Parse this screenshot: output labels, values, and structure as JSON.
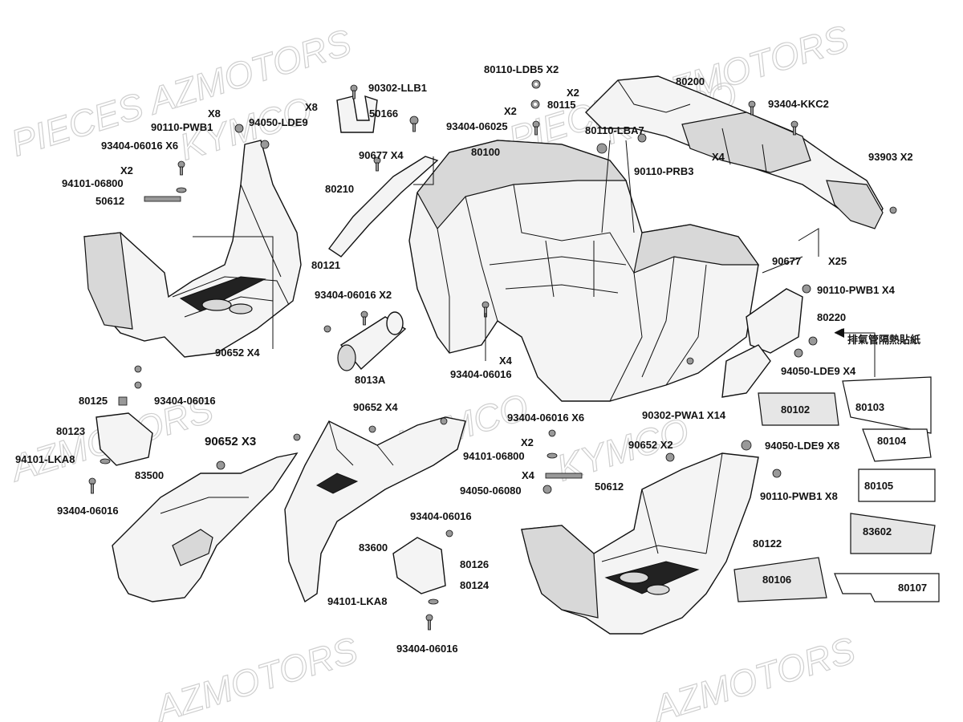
{
  "watermarks": [
    "PIECES AZMOTORS",
    "PIECES AZMOTORS",
    "KYMCO",
    "AZMOTORS",
    "KYMCO",
    "AZMOTORS",
    "AZMOTORS",
    "KYMCO",
    "KYMCO"
  ],
  "labels": {
    "l_90302_llb1": "90302-LLB1",
    "l_80110_ldb5": "80110-LDB5  X2",
    "l_x2_a": "X2",
    "l_80115": "80115",
    "l_x2_b": "X2",
    "l_93404_06025": "93404-06025",
    "l_80200": "80200",
    "l_93404_kkc2": "93404-KKC2",
    "l_x8_a": "X8",
    "l_x8_b": "X8",
    "l_90110_pwb1_a": "90110-PWB1",
    "l_94050_lde9_a": "94050-LDE9",
    "l_50166": "50166",
    "l_80110_lba7": "80110-LBA7",
    "l_93404_06016_x6_a": "93404-06016 X6",
    "l_x4_a": "X4",
    "l_90110_prb3": "90110-PRB3",
    "l_93903": "93903  X2",
    "l_x2_c": "X2",
    "l_94101_06800_a": "94101-06800",
    "l_90677_x4": "90677  X4",
    "l_80100": "80100",
    "l_80210": "80210",
    "l_50612_a": "50612",
    "l_90677": "90677",
    "l_x25": "X25",
    "l_80121": "80121",
    "l_90110_pwb1_x4": "90110-PWB1  X4",
    "l_93404_06016_x2": "93404-06016 X2",
    "l_80220": "80220",
    "l_chinese": "排氣管隔熱貼紙",
    "l_90652_x4_a": "90652  X4",
    "l_x4_b": "X4",
    "l_93404_06016_a": "93404-06016",
    "l_94050_lde9_x4": "94050-LDE9  X4",
    "l_8013a": "8013A",
    "l_80125": "80125",
    "l_93404_06016_b": "93404-06016",
    "l_90302_pwa1": "90302-PWA1 X14",
    "l_80102": "80102",
    "l_80103": "80103",
    "l_80123": "80123",
    "l_90652_x4_b": "90652  X4",
    "l_93404_06016_x6_b": "93404-06016 X6",
    "l_80104": "80104",
    "l_90652_x3": "90652  X3",
    "l_x2_d": "X2",
    "l_90652_x2": "90652  X2",
    "l_94050_lde9_x8": "94050-LDE9 X8",
    "l_94101_lka8_a": "94101-LKA8",
    "l_83500": "83500",
    "l_94101_06800_b": "94101-06800",
    "l_x4_c": "X4",
    "l_80105": "80105",
    "l_50612_b": "50612",
    "l_90110_pwb1_x8": "90110-PWB1 X8",
    "l_94050_06080": "94050-06080",
    "l_93404_06016_c": "93404-06016",
    "l_93404_06016_d": "93404-06016",
    "l_83602": "83602",
    "l_83600": "83600",
    "l_80126": "80126",
    "l_80122": "80122",
    "l_80124": "80124",
    "l_80106": "80106",
    "l_80107": "80107",
    "l_94101_lka8_b": "94101-LKA8",
    "l_93404_06016_e": "93404-06016"
  }
}
